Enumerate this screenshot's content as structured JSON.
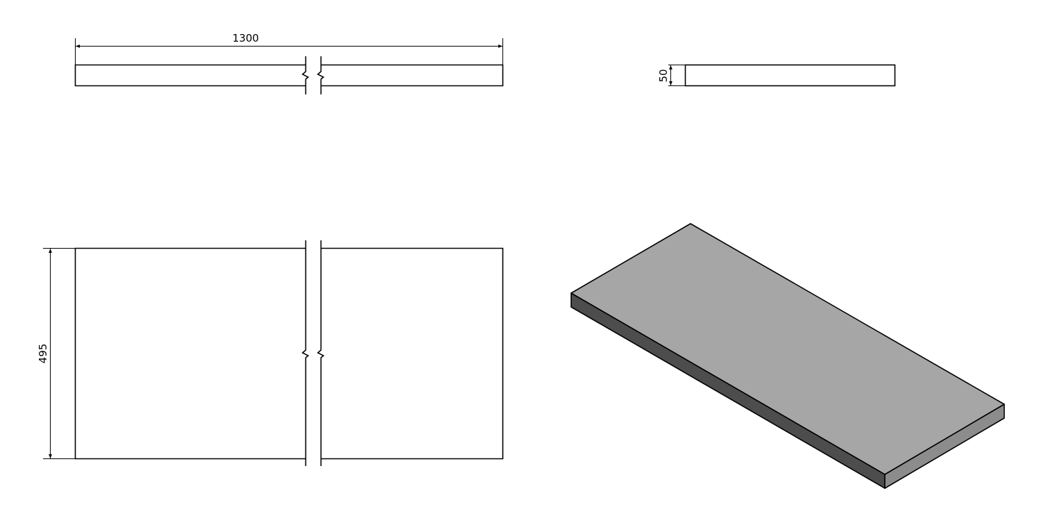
{
  "drawing": {
    "type": "technical-drawing",
    "subject": "rectangular panel / shelf board",
    "views": {
      "front_view": {
        "dimension_label": "1300",
        "dimension_axis": "horizontal",
        "has_break_lines": true
      },
      "side_view": {
        "dimension_label": "50",
        "dimension_axis": "vertical"
      },
      "top_view": {
        "dimension_label": "495",
        "dimension_axis": "vertical",
        "has_break_lines": true
      },
      "isometric_view": {
        "shaded": true
      }
    },
    "dimensions": {
      "length": "1300",
      "thickness": "50",
      "depth": "495"
    },
    "colors": {
      "line": "#000000",
      "iso_top": "#a6a6a6",
      "iso_left_side": "#4d4d4d",
      "iso_right_side": "#8c8c8c",
      "background": "#ffffff"
    }
  }
}
